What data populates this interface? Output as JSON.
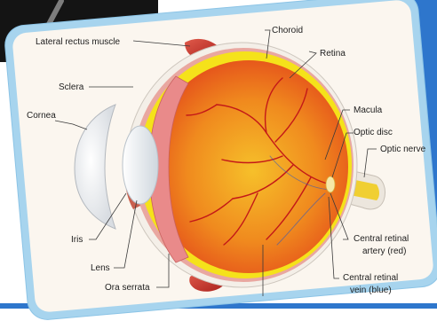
{
  "labels": {
    "choroid": "Choroid",
    "lateral_rectus": "Lateral rectus muscle",
    "retina": "Retina",
    "sclera": "Sclera",
    "cornea": "Cornea",
    "macula": "Macula",
    "optic_disc": "Optic disc",
    "optic_nerve": "Optic nerve",
    "iris": "Iris",
    "lens": "Lens",
    "ora_serrata": "Ora serrata",
    "artery_line1": "Central retinal",
    "artery_line2": "artery (red)",
    "vein_line1": "Central retinal",
    "vein_line2": "vein (blue)"
  },
  "colors": {
    "frame": "#a7d4ee",
    "vitreous_inner": "#f4b225",
    "vitreous_outer": "#e84a1c",
    "retina": "#f5e21a",
    "sclera": "#f7f3ee",
    "muscle": "#c8322c",
    "vessel_red": "#c41818",
    "vessel_blue": "#2a55c0"
  }
}
